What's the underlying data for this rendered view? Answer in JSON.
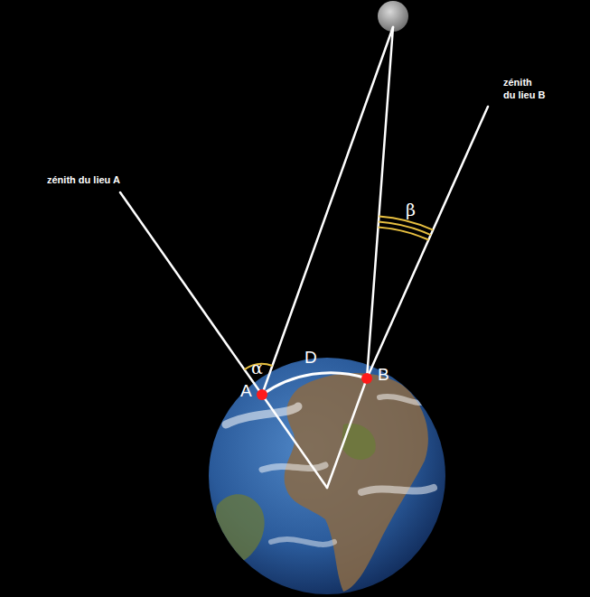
{
  "diagram": {
    "labels": [
      "zénith du lieu A",
      "zénith du lieu B",
      "α",
      "β",
      "D",
      "A",
      "B"
    ]
  }
}
